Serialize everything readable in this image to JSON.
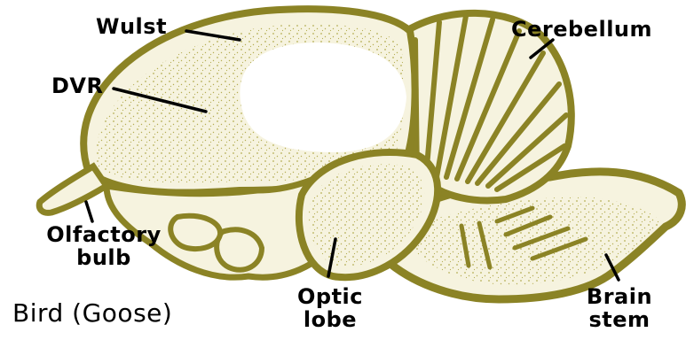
{
  "caption": "Bird (Goose)",
  "labels": {
    "wulst": "Wulst",
    "dvr": "DVR",
    "cerebellum": "Cerebellum",
    "olfactory_line1": "Olfactory",
    "olfactory_line2": "bulb",
    "optic_line1": "Optic",
    "optic_line2": "lobe",
    "brain_stem_line1": "Brain",
    "brain_stem_line2": "stem"
  },
  "colors": {
    "outline": "#8b8325",
    "fill": "#f6f3df",
    "stipple": "#b5ad55",
    "leader": "#000000",
    "background": "#ffffff"
  }
}
